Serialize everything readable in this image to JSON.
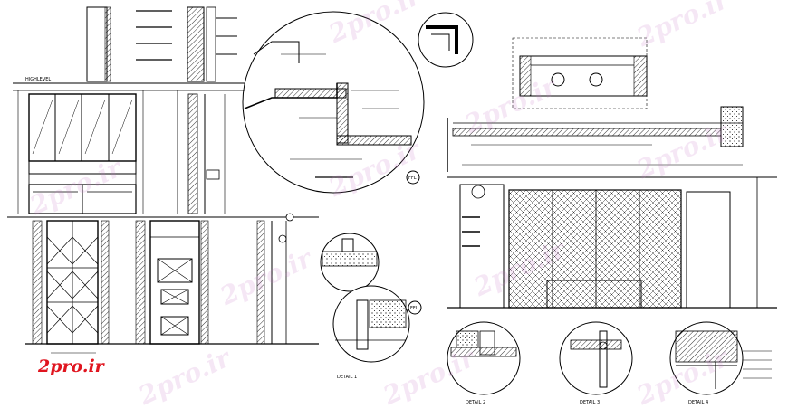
{
  "labels": {
    "high_level": "HIGHLEVEL",
    "section_title": "",
    "ffl_top": "FFL",
    "ffl_mid": "FFL",
    "detail1": "DETAIL 1",
    "detail2": "DETAIL 2",
    "detail3": "DETAIL 3",
    "detail4": "DETAIL 4"
  },
  "watermark": "2pro.ir",
  "logo": "2pro.ir",
  "colors": {
    "line": "#000000",
    "watermark": "#c878c8",
    "logo": "#e0151f",
    "highlight": "#39ff14"
  }
}
